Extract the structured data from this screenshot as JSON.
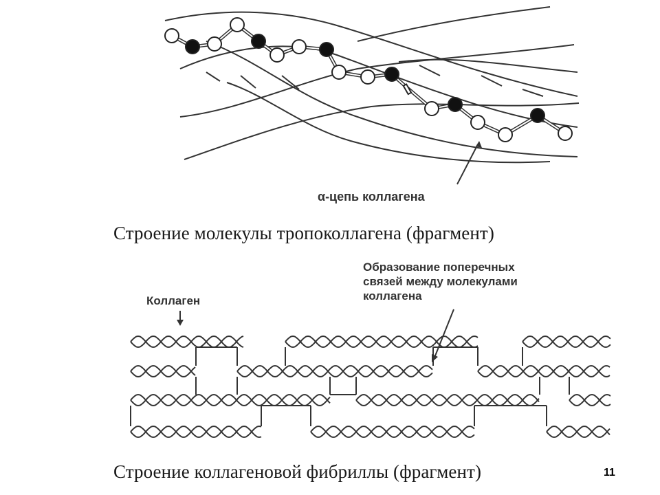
{
  "figure_top": {
    "alpha_label": "α-цепь коллагена",
    "caption": "Строение молекулы тропоколлагена (фрагмент)"
  },
  "figure_bottom": {
    "collagen_label": "Коллаген",
    "crosslink_label": {
      "line1": "Образование поперечных",
      "line2": "связей между молекулами",
      "line3": "коллагена"
    },
    "caption": "Строение коллагеновой фибриллы (фрагмент)"
  },
  "page_number": "11",
  "colors": {
    "line": "#333333",
    "atom_dark": "#111111",
    "atom_light": "#ffffff",
    "text": "#1a1a1a"
  }
}
